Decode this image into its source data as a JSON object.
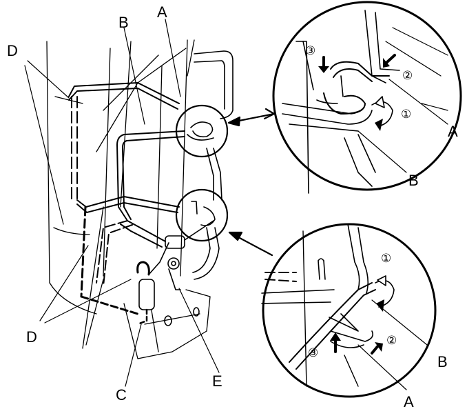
{
  "labels": {
    "A": "A",
    "B": "B",
    "C": "C",
    "D": "D",
    "E": "E"
  },
  "steps": {
    "s1": "①",
    "s2": "②",
    "s3": "③"
  }
}
